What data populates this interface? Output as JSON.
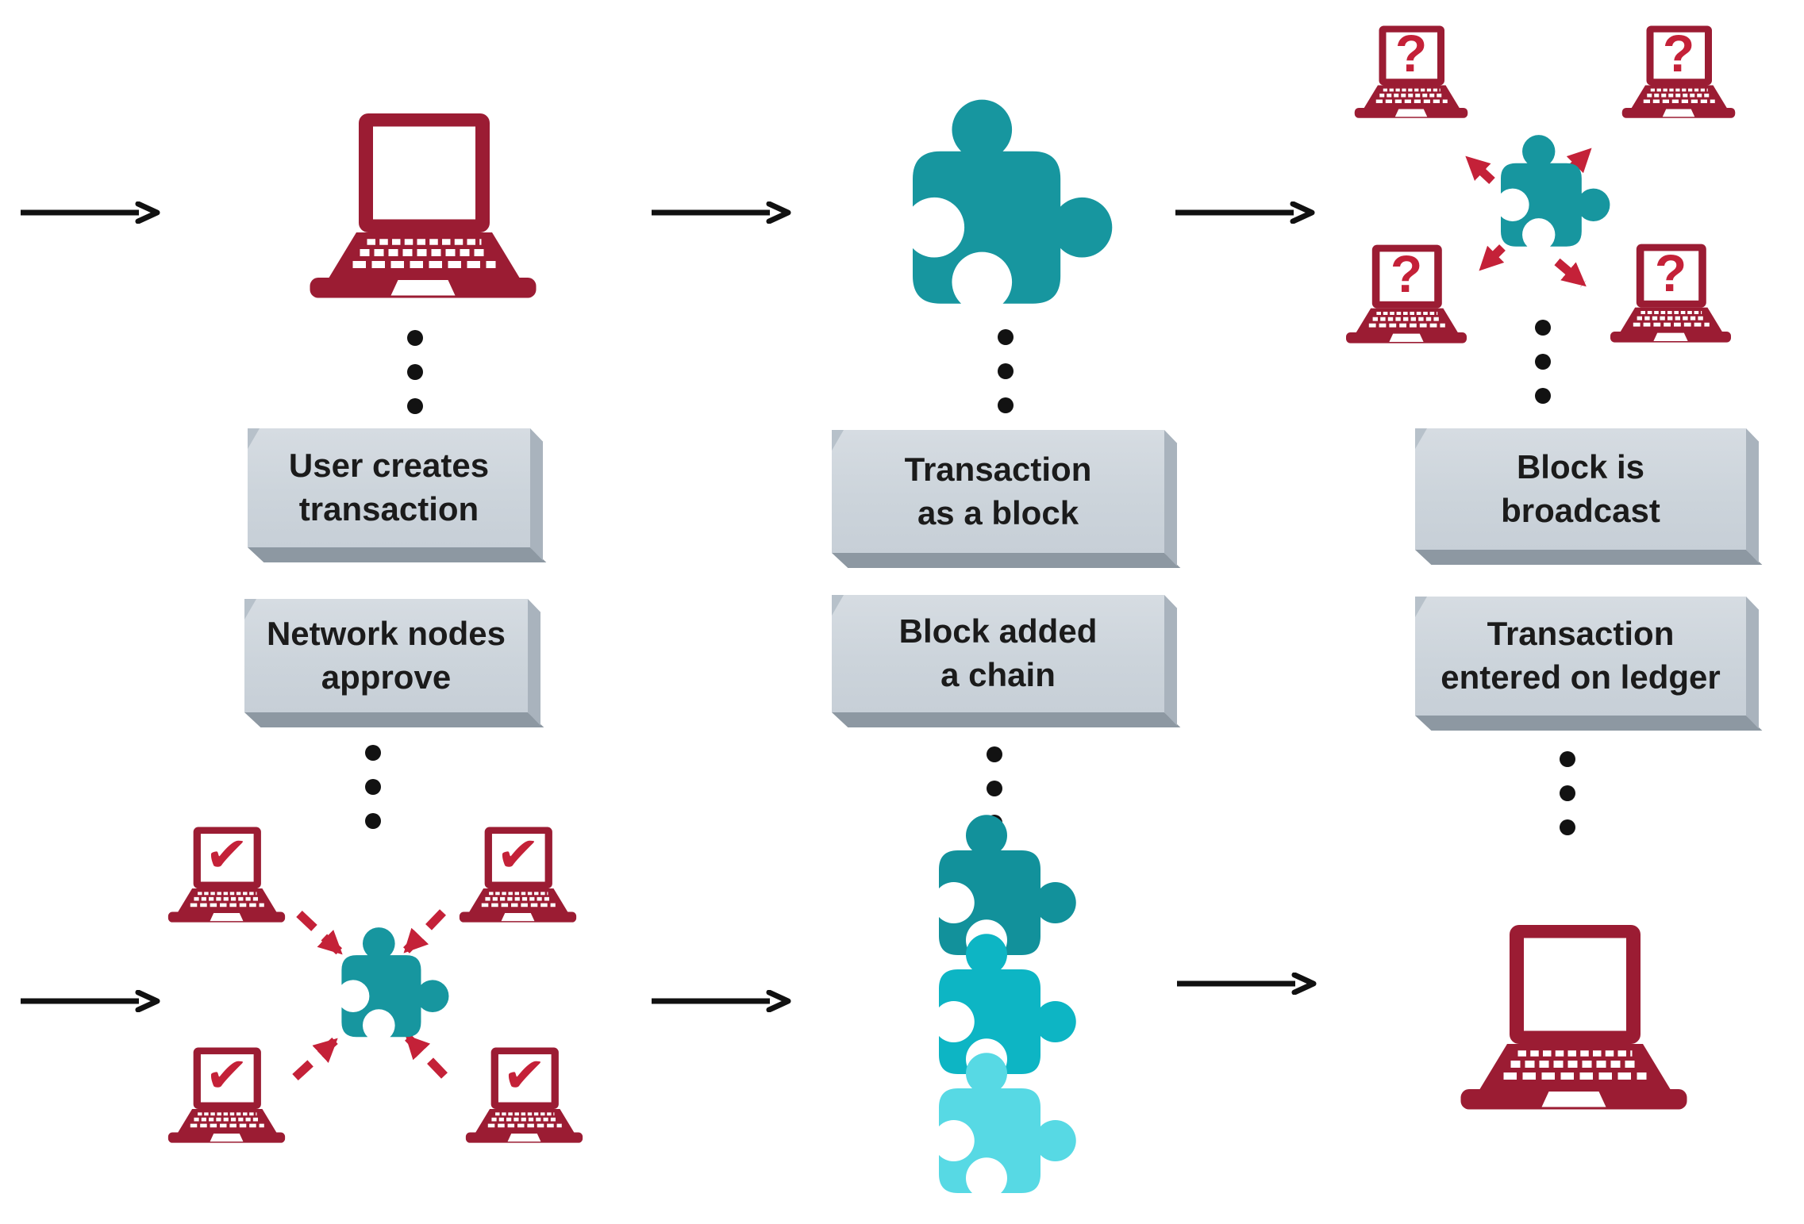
{
  "diagram": {
    "type": "flowchart",
    "subject": "blockchain-transaction-process",
    "background": "#ffffff",
    "colors": {
      "laptop_maroon": "#9b1c33",
      "accent_red": "#c42138",
      "puzzle_teal": "#17969f",
      "puzzle_teal_dark": "#12919b",
      "puzzle_cyan": "#0db5c4",
      "puzzle_cyan_light": "#57d9e4",
      "arrow_black": "#111111",
      "box_face": "#ccd4db",
      "box_side": "#a9b3bd",
      "box_bottom": "#8d98a2",
      "text": "#1b1b1b"
    },
    "glyphs": {
      "question_mark": "?",
      "check_mark": "✔"
    },
    "steps": {
      "user_creates": {
        "line1": "User creates",
        "line2": "transaction"
      },
      "network_nodes": {
        "line1": "Network nodes",
        "line2": "approve"
      },
      "transaction_block": {
        "line1": "Transaction",
        "line2": "as a block"
      },
      "block_added": {
        "line1": "Block added",
        "line2": "a chain"
      },
      "block_broadcast": {
        "line1": "Block is",
        "line2": "broadcast"
      },
      "transaction_ledger": {
        "line1": "Transaction",
        "line2": "entered on ledger"
      }
    }
  }
}
